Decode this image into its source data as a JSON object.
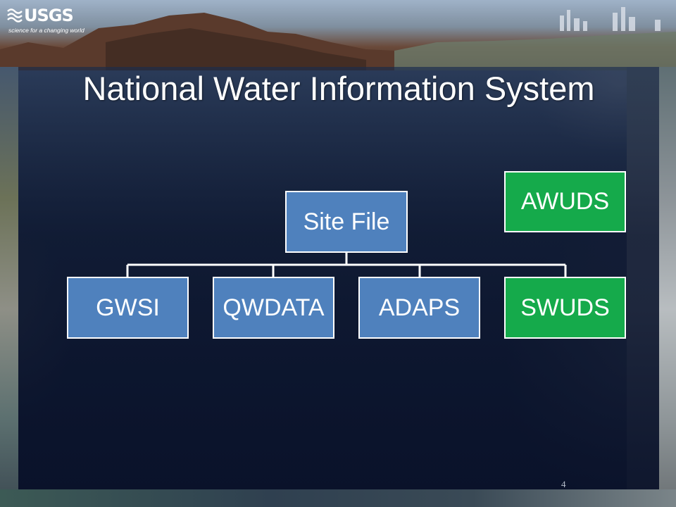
{
  "logo": {
    "name": "USGS",
    "tagline": "science for a changing world"
  },
  "slide": {
    "title": "National Water Information System",
    "page_number": "4"
  },
  "diagram": {
    "root": {
      "label": "Site File",
      "color": "#4f81bd"
    },
    "standalone": {
      "label": "AWUDS",
      "color": "#15aa4b"
    },
    "children": [
      {
        "label": "GWSI",
        "color": "#4f81bd"
      },
      {
        "label": "QWDATA",
        "color": "#4f81bd"
      },
      {
        "label": "ADAPS",
        "color": "#4f81bd"
      },
      {
        "label": "SWUDS",
        "color": "#15aa4b"
      }
    ]
  },
  "colors": {
    "node_blue": "#4f81bd",
    "node_green": "#15aa4b",
    "connector": "#ffffff",
    "title_text": "#ffffff"
  }
}
